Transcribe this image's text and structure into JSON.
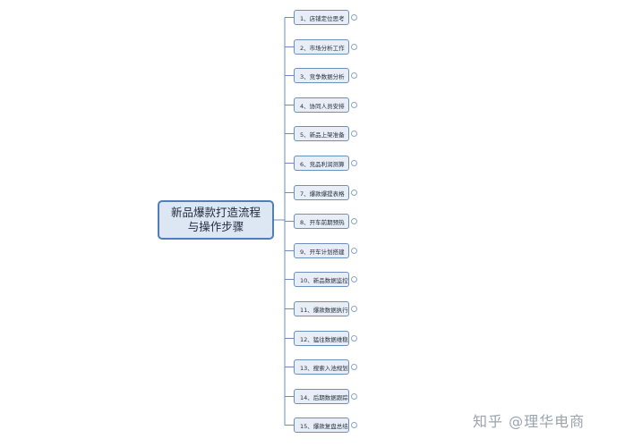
{
  "mindmap": {
    "root": "新品爆款打造流程与操作步骤",
    "branches": [
      {
        "label": "1、店铺定位思考"
      },
      {
        "label": "2、市场分析工作"
      },
      {
        "label": "3、竞争数据分析"
      },
      {
        "label": "4、协同人员安排"
      },
      {
        "label": "5、新品上架准备"
      },
      {
        "label": "6、竞品利润测算"
      },
      {
        "label": "7、爆款爆提表格"
      },
      {
        "label": "8、开车前期预热"
      },
      {
        "label": "9、开车计划搭建"
      },
      {
        "label": "10、新品数据监控"
      },
      {
        "label": "11、爆款数据执行"
      },
      {
        "label": "12、猛往数据维稳"
      },
      {
        "label": "13、搜索入池规划"
      },
      {
        "label": "14、后期数据跟踪"
      },
      {
        "label": "15、爆款复盘总结"
      }
    ]
  },
  "colors": {
    "root_fill": "#dde6f3",
    "root_border": "#4f7eb8",
    "branch_fill": "#e9eef6",
    "branch_border": "#6b8fc0",
    "connector": "#6b8fc0"
  },
  "watermark": "知乎 @理华电商"
}
